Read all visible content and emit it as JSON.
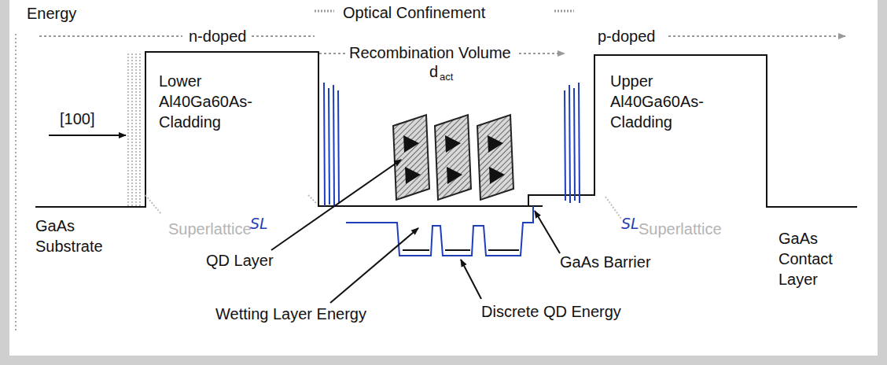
{
  "diagram": {
    "labels": [
      "Energy",
      "Optical Confinement",
      "n-doped",
      "Recombination Volume",
      "d",
      "act",
      "p-doped",
      "[100]",
      "Lower Al40Ga60As-Cladding",
      "Upper Al40Ga60As-Cladding",
      "GaAs Substrate",
      "Superlattice",
      "SL",
      "SL",
      "Superlattice",
      "QD Layer",
      "GaAs Barrier",
      "GaAs Contact Layer",
      "Wetting Layer Energy",
      "Discrete QD Energy"
    ]
  }
}
